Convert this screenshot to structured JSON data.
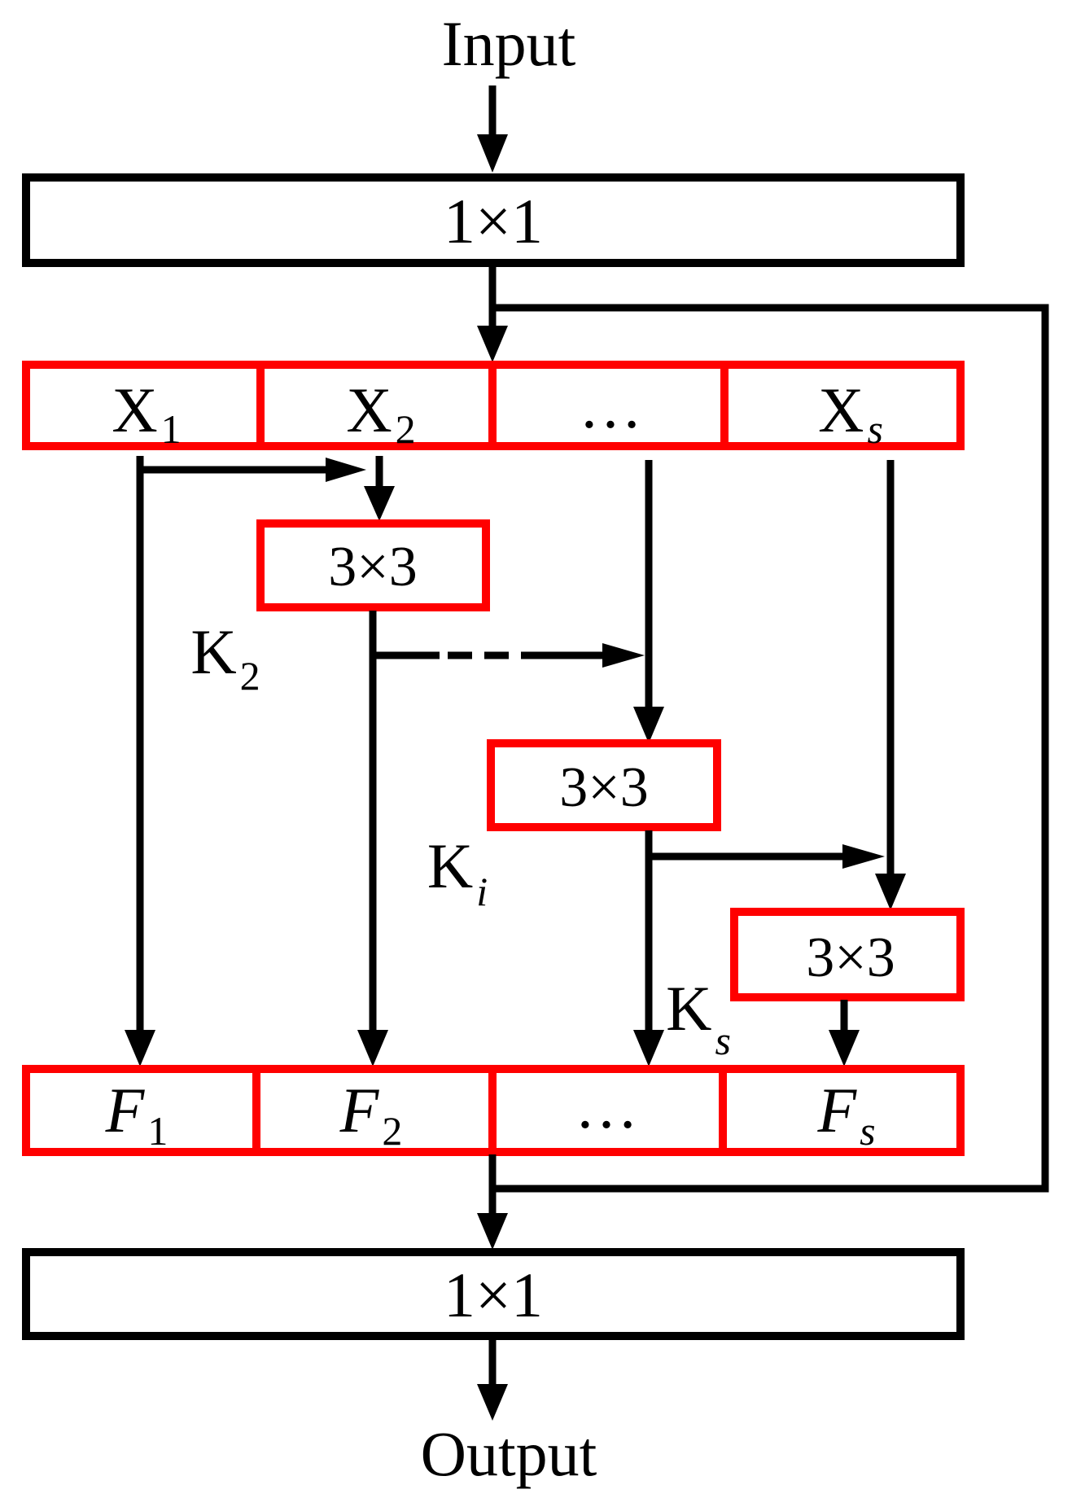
{
  "diagram": {
    "input_label": "Input",
    "output_label": "Output",
    "top_conv": {
      "label": "1×1"
    },
    "bottom_conv": {
      "label": "1×1"
    },
    "split_row": [
      {
        "base": "X",
        "sub": "1"
      },
      {
        "base": "X",
        "sub": "2"
      },
      {
        "base": "…",
        "sub": ""
      },
      {
        "base": "X",
        "sub": "s"
      }
    ],
    "conv_blocks": [
      {
        "label": "3×3",
        "kernel_base": "K",
        "kernel_sub": "2"
      },
      {
        "label": "3×3",
        "kernel_base": "K",
        "kernel_sub": "i"
      },
      {
        "label": "3×3",
        "kernel_base": "K",
        "kernel_sub": "s"
      }
    ],
    "output_row": [
      {
        "base": "F",
        "sub": "1"
      },
      {
        "base": "F",
        "sub": "2"
      },
      {
        "base": "…",
        "sub": ""
      },
      {
        "base": "F",
        "sub": "s"
      }
    ],
    "colors": {
      "split_outline": "#ff0000",
      "conv_outline": "#000000",
      "arrows": "#000000"
    }
  }
}
